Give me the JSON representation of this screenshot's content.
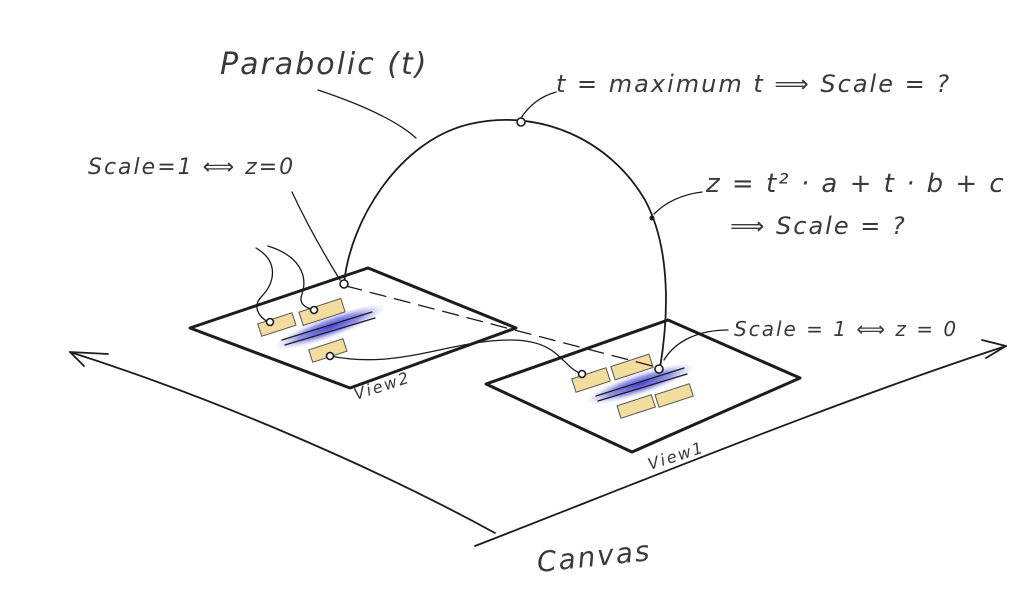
{
  "labels": {
    "parabolic": "Parabolic (t)",
    "max_t": "t = maximum t  ⟹  Scale = ?",
    "formula_line1": "z = t² · a + t · b + c",
    "formula_line2": "⟹ Scale = ?",
    "scale_left": "Scale=1 ⟺ z=0",
    "scale_right": "Scale = 1  ⟺ z = 0",
    "view_left": "View2",
    "view_right": "View1",
    "canvas": "Canvas"
  },
  "colors": {
    "ink": "#1c1c1c",
    "text": "#3a3a3a",
    "sticky": "#f3dd9e",
    "highlight": "#6f6fe0"
  },
  "icons": {
    "arrow_left": "arrow-head-icon",
    "arrow_right": "arrow-head-icon"
  }
}
